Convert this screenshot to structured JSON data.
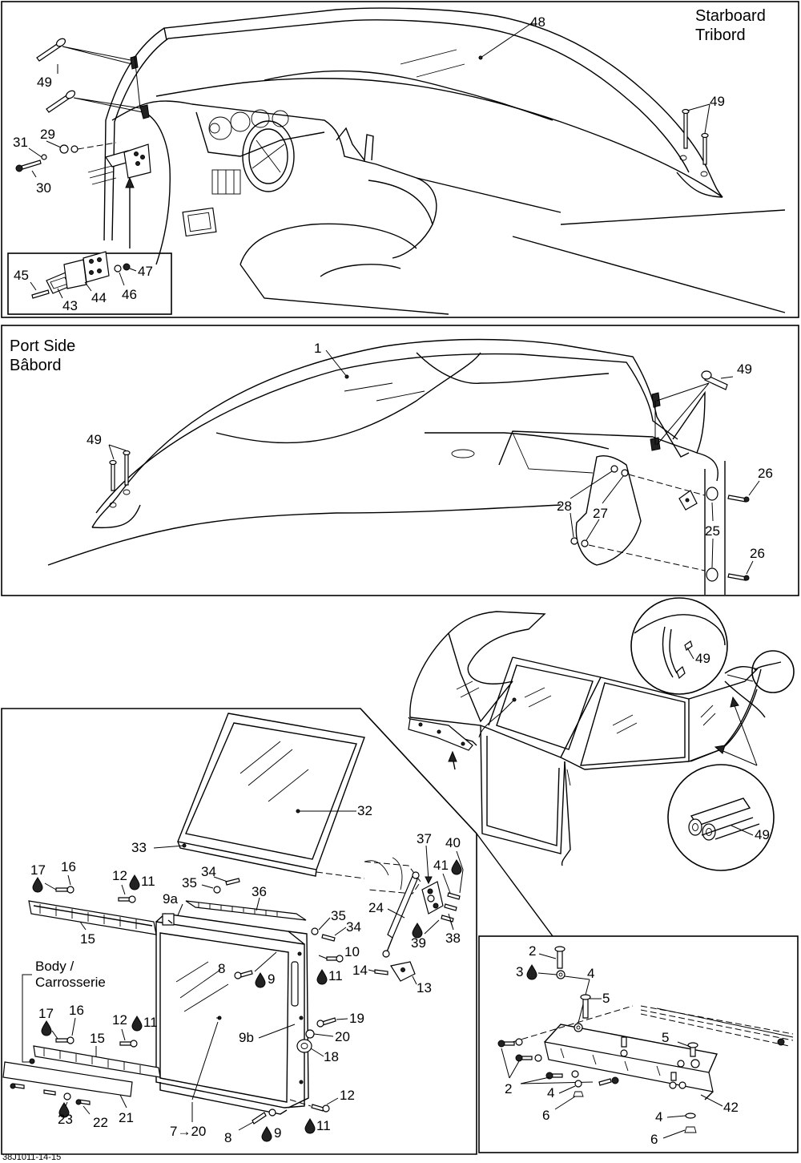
{
  "headings": {
    "starboard_en": "Starboard",
    "starboard_fr": "Tribord",
    "port_en": "Port Side",
    "port_fr": "Bâbord",
    "body_en": "Body /",
    "body_fr": "Carrosserie"
  },
  "drawing_code": "38J1011-14-15",
  "callouts": {
    "p1_48": "48",
    "p1_49a": "49",
    "p1_49b": "49",
    "p1_29": "29",
    "p1_31": "31",
    "p1_30": "30",
    "p1_45": "45",
    "p1_43": "43",
    "p1_44": "44",
    "p1_46": "46",
    "p1_47": "47",
    "p2_1": "1",
    "p2_49a": "49",
    "p2_49b": "49",
    "p2_26a": "26",
    "p2_26b": "26",
    "p2_28": "28",
    "p2_27": "27",
    "p2_25": "25",
    "p3_49a": "49",
    "p3_49b": "49",
    "p4_32": "32",
    "p4_33": "33",
    "p4_17a": "17",
    "p4_16a": "16",
    "p4_12a": "12",
    "p4_11a": "11",
    "p4_34a": "34",
    "p4_35a": "35",
    "p4_36": "36",
    "p4_9a": "9a",
    "p4_15a": "15",
    "p4_37": "37",
    "p4_40": "40",
    "p4_41": "41",
    "p4_24": "24",
    "p4_35b": "35",
    "p4_34b": "34",
    "p4_39": "39",
    "p4_38": "38",
    "p4_10": "10",
    "p4_11b": "11",
    "p4_8a": "8",
    "p4_9b": "9",
    "p4_14": "14",
    "p4_13": "13",
    "p4_17b": "17",
    "p4_16b": "16",
    "p4_12b": "12",
    "p4_11c": "11",
    "p4_15b": "15",
    "p4_9b_label": "9b",
    "p4_19": "19",
    "p4_20": "20",
    "p4_18": "18",
    "p4_23": "23",
    "p4_22": "22",
    "p4_21": "21",
    "p4_720": "7→20",
    "p4_8b": "8",
    "p4_9c": "9",
    "p4_12c": "12",
    "p4_11d": "11",
    "p5_2a": "2",
    "p5_3": "3",
    "p5_4a": "4",
    "p5_5a": "5",
    "p5_5b": "5",
    "p5_2b": "2",
    "p5_4b": "4",
    "p5_6a": "6",
    "p5_42": "42",
    "p5_4c": "4",
    "p5_6b": "6"
  },
  "icons": {
    "drop": "sealant-drop-icon"
  }
}
